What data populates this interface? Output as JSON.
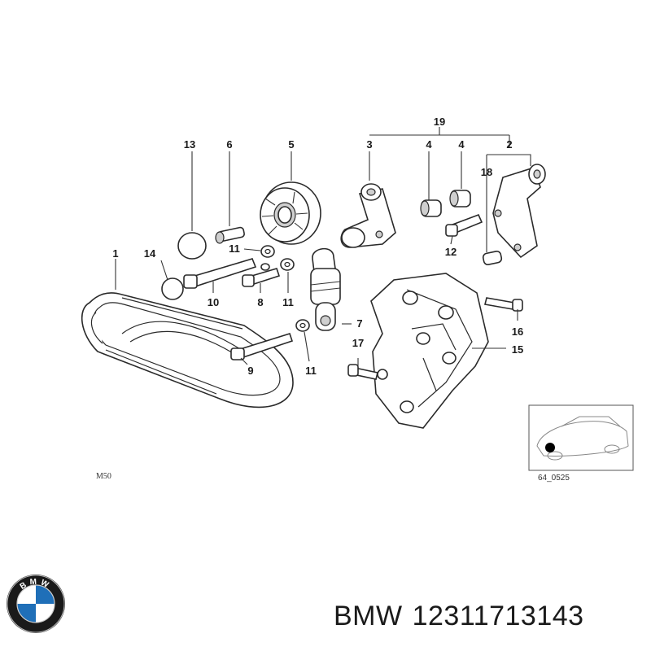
{
  "diagram": {
    "engine_code": "M50",
    "illustration_id": "64_0525",
    "callouts": {
      "c1": "1",
      "c2": "2",
      "c3": "3",
      "c4a": "4",
      "c4b": "4",
      "c5": "5",
      "c6": "6",
      "c7": "7",
      "c8": "8",
      "c9": "9",
      "c10": "10",
      "c11a": "11",
      "c11b": "11",
      "c11c": "11",
      "c12": "12",
      "c13": "13",
      "c14": "14",
      "c15": "15",
      "c16": "16",
      "c17": "17",
      "c18": "18",
      "c19": "19"
    }
  },
  "footer": {
    "brand": "BMW",
    "part_number": "12311713143",
    "logo_letters": "BMW"
  },
  "colors": {
    "logo_blue": "#1f6fb8",
    "logo_ring": "#1a1a1a",
    "line": "#2a2a2a"
  }
}
